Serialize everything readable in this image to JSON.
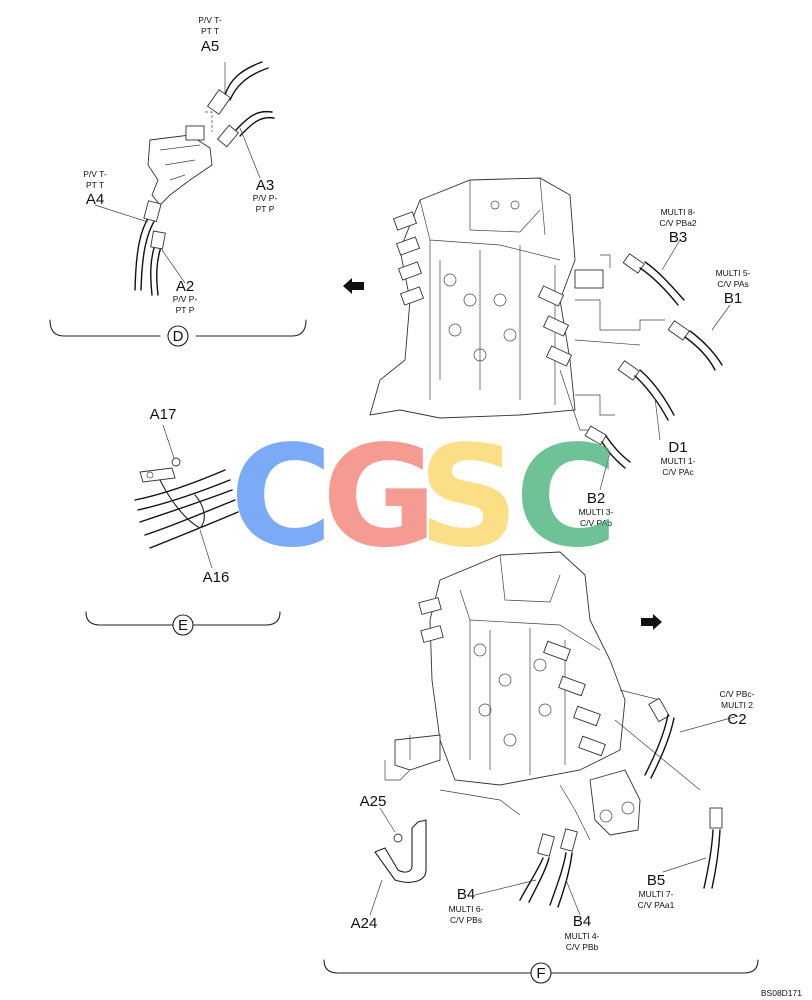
{
  "labels": {
    "a5": "A5",
    "a5_sub1": "P/V T-",
    "a5_sub2": "PT T",
    "a4": "A4",
    "a4_sub1": "P/V T-",
    "a4_sub2": "PT T",
    "a3": "A3",
    "a3_sub1": "P/V P-",
    "a3_sub2": "PT P",
    "a2": "A2",
    "a2_sub1": "P/V P-",
    "a2_sub2": "PT P",
    "b3": "B3",
    "b3_sub1": "MULTI 8-",
    "b3_sub2": "C/V PBa2",
    "b1": "B1",
    "b1_sub1": "MULTI 5-",
    "b1_sub2": "C/V PAs",
    "d1": "D1",
    "d1_sub1": "MULTI 1-",
    "d1_sub2": "C/V PAc",
    "b2": "B2",
    "b2_sub1": "MULTI 3-",
    "b2_sub2": "C/V PAb",
    "a17": "A17",
    "a16": "A16",
    "c2": "C2",
    "c2_sub1": "C/V PBc-",
    "c2_sub2": "MULTI 2",
    "a25": "A25",
    "a24": "A24",
    "b4a": "B4",
    "b4a_sub1": "MULTI 6-",
    "b4a_sub2": "C/V PBs",
    "b4b": "B4",
    "b4b_sub1": "MULTI 4-",
    "b4b_sub2": "C/V PBb",
    "b5": "B5",
    "b5_sub1": "MULTI 7-",
    "b5_sub2": "C/V PAa1",
    "view_d": "D",
    "view_e": "E",
    "view_f": "F",
    "drawing_id": "BS08D171"
  },
  "watermark": {
    "letters": [
      "C",
      "G",
      "S",
      "C"
    ],
    "colors": [
      "#4f8ff5",
      "#f27a6e",
      "#fbd45e",
      "#3fae72"
    ]
  }
}
